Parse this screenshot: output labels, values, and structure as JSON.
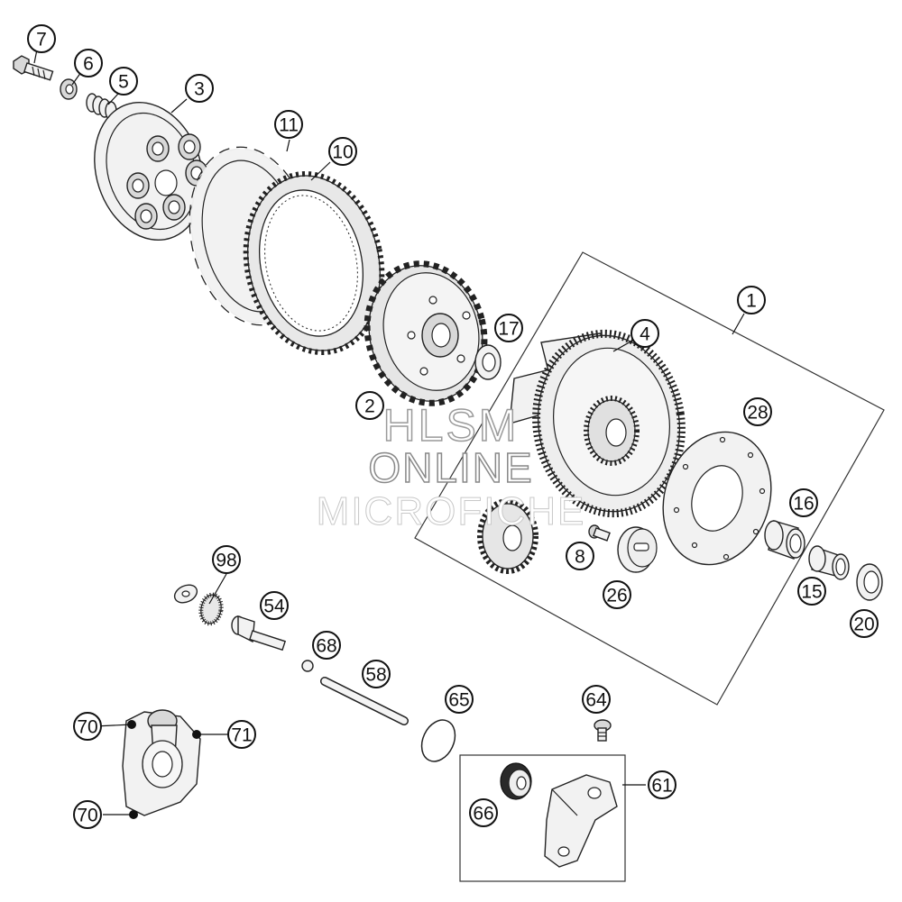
{
  "watermark": {
    "line1": "HLSM",
    "line2": "ONLINE",
    "line3": "MICROFICHE"
  },
  "callouts": {
    "c1": "1",
    "c2": "2",
    "c3": "3",
    "c4": "4",
    "c5": "5",
    "c6": "6",
    "c7": "7",
    "c8": "8",
    "c10": "10",
    "c11": "11",
    "c15": "15",
    "c16": "16",
    "c17": "17",
    "c20": "20",
    "c26": "26",
    "c28": "28",
    "c54": "54",
    "c58": "58",
    "c61": "61",
    "c64": "64",
    "c65": "65",
    "c66": "66",
    "c68": "68",
    "c70a": "70",
    "c70b": "70",
    "c71": "71",
    "c98": "98"
  }
}
